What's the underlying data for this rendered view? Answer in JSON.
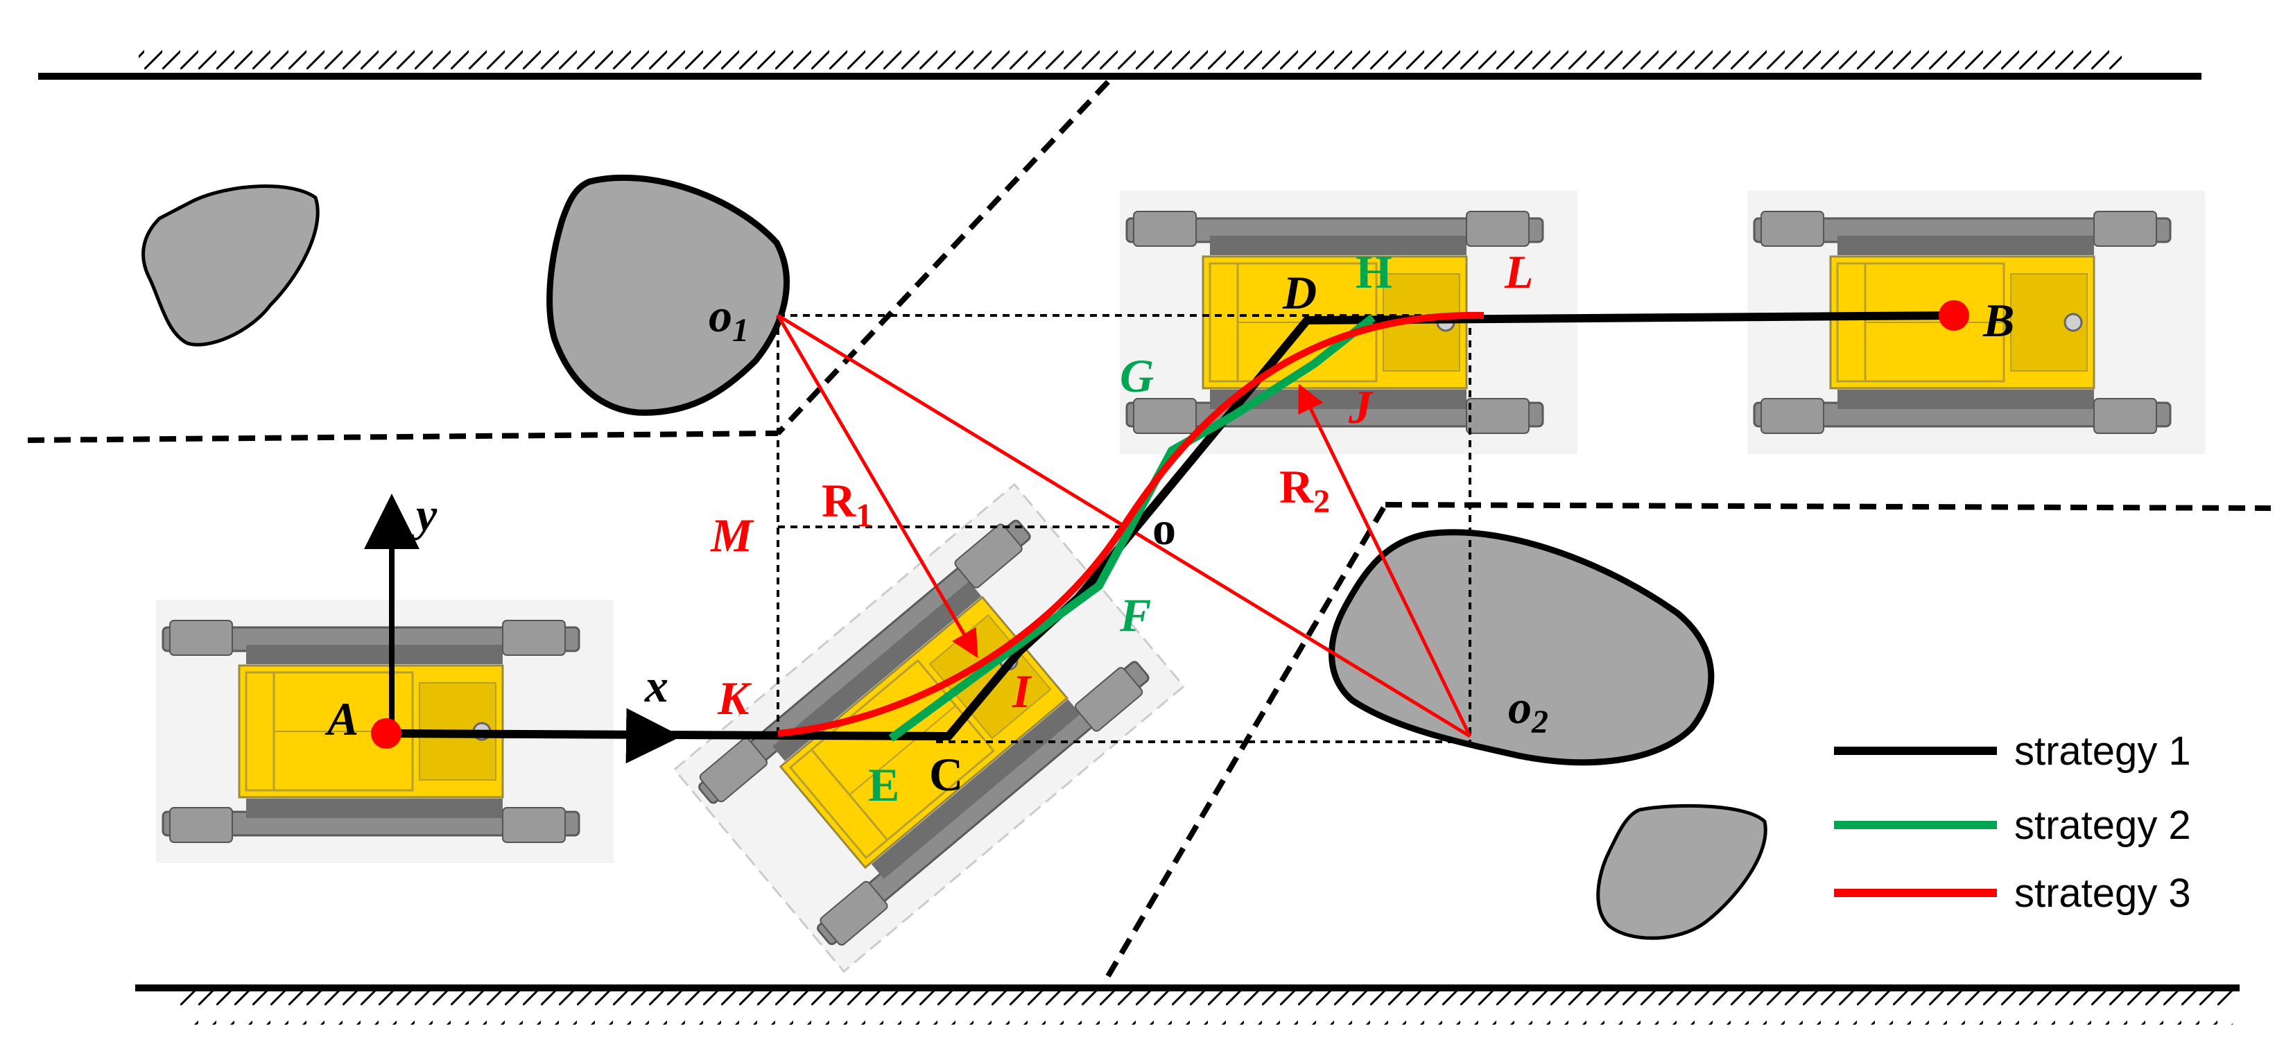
{
  "labels": {
    "A": "A",
    "B": "B",
    "C": "C",
    "D": "D",
    "E": "E",
    "F": "F",
    "G": "G",
    "H": "H",
    "I": "I",
    "J": "J",
    "K": "K",
    "L": "L",
    "M": "M",
    "o": "o",
    "o1": "o",
    "o1_sub": "1",
    "o2": "o",
    "o2_sub": "2",
    "R1": "R",
    "R1_sub": "1",
    "R2": "R",
    "R2_sub": "2",
    "x": "x",
    "y": "y"
  },
  "legend": [
    {
      "label": "strategy 1",
      "color": "#000000"
    },
    {
      "label": "strategy 2",
      "color": "#00a651"
    },
    {
      "label": "strategy 3",
      "color": "#ff0000"
    }
  ],
  "colors": {
    "strategy1": "#000000",
    "strategy2": "#00a651",
    "strategy3": "#ff0000",
    "point": "#ff0000",
    "obstacle_fill": "#a6a6a6",
    "robot_body": "#ffd200"
  }
}
